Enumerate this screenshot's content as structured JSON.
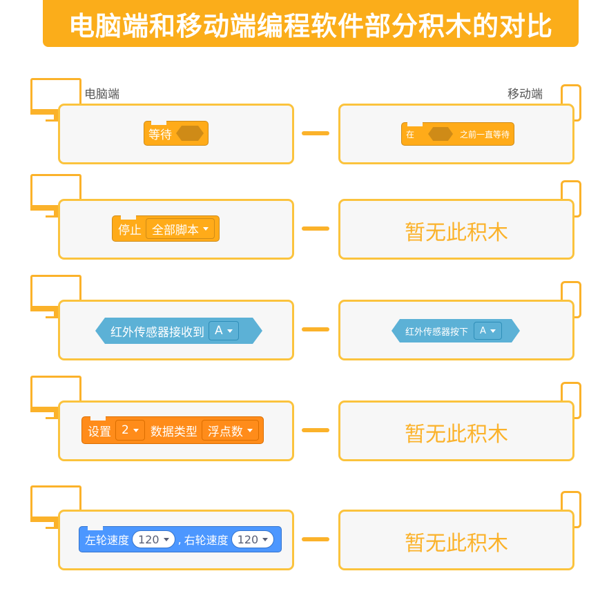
{
  "title": "电脑端和移动端编程软件部分积木的对比",
  "labels": {
    "pc": "电脑端",
    "mobile": "移动端"
  },
  "empty_text": "暂无此积木",
  "rows": [
    {
      "pc": {
        "word1": "等待"
      },
      "mobile": {
        "word1": "在",
        "word2": "之前一直等待"
      }
    },
    {
      "pc": {
        "word1": "停止",
        "dropdown": "全部脚本"
      },
      "mobile": {
        "empty": "暂无此积木"
      }
    },
    {
      "pc": {
        "word1": "红外传感器接收到",
        "dropdown": "A"
      },
      "mobile": {
        "word1": "红外传感器按下",
        "dropdown": "A"
      }
    },
    {
      "pc": {
        "word1": "设置",
        "dropdown1": "2",
        "word2": "数据类型",
        "dropdown2": "浮点数"
      },
      "mobile": {
        "empty": "暂无此积木"
      }
    },
    {
      "pc": {
        "word1": "左轮速度",
        "value1": "120",
        "sep": ",",
        "word2": "右轮速度",
        "value2": "120"
      },
      "mobile": {
        "empty": "暂无此积木"
      }
    }
  ],
  "colors": {
    "accent": "#fbad1a",
    "border": "#fbc33d",
    "control": "#ffab19",
    "data": "#ff8c1a",
    "motion": "#4c97ff",
    "sensor": "#5cb1d6"
  },
  "icons": {
    "pc": "monitor-icon",
    "mobile": "phone-icon"
  }
}
